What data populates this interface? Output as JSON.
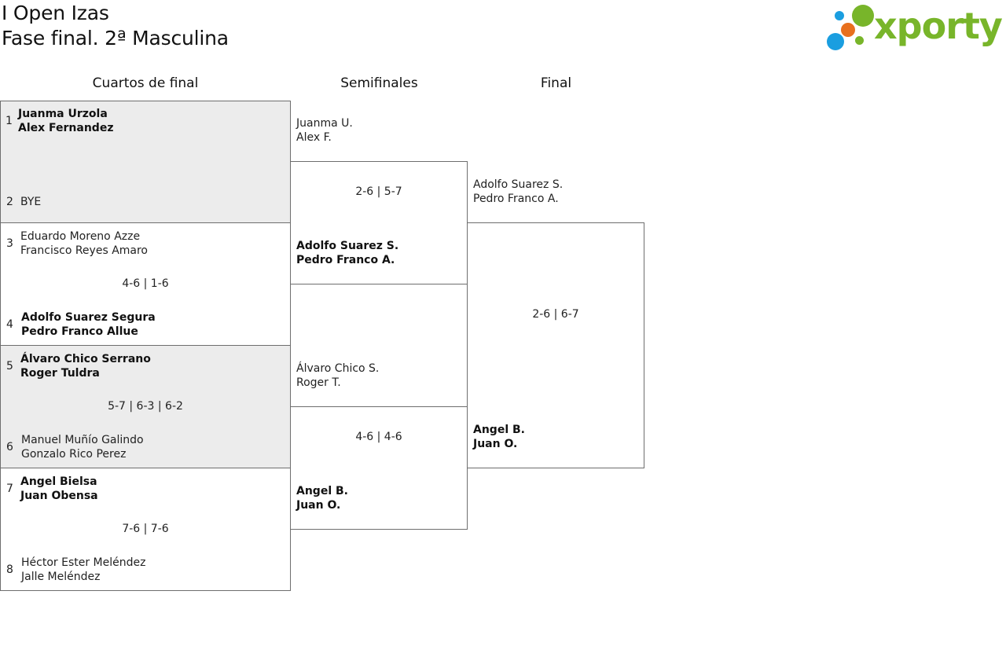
{
  "header": {
    "title_line1": "I Open Izas",
    "title_line2": "Fase final. 2ª Masculina"
  },
  "logo": {
    "text": "xporty",
    "colors": {
      "green": "#78b52a",
      "blue": "#1a9ee0",
      "orange": "#e8701e"
    }
  },
  "rounds": {
    "quarterfinals": "Cuartos de final",
    "semifinals": "Semifinales",
    "final": "Final"
  },
  "quarterfinals": [
    {
      "top": {
        "seed": "1",
        "player1": "Juanma Urzola",
        "player2": "Alex Fernandez",
        "winner": true
      },
      "bottom": {
        "seed": "2",
        "player1": "BYE",
        "player2": "",
        "winner": false
      },
      "score": ""
    },
    {
      "top": {
        "seed": "3",
        "player1": "Eduardo Moreno Azze",
        "player2": "Francisco Reyes Amaro",
        "winner": false
      },
      "bottom": {
        "seed": "4",
        "player1": "Adolfo Suarez Segura",
        "player2": "Pedro Franco Allue",
        "winner": true
      },
      "score": "4-6 | 1-6"
    },
    {
      "top": {
        "seed": "5",
        "player1": "Álvaro Chico Serrano",
        "player2": "Roger Tuldra",
        "winner": true
      },
      "bottom": {
        "seed": "6",
        "player1": "Manuel Muñío Galindo",
        "player2": "Gonzalo Rico Perez",
        "winner": false
      },
      "score": "5-7 | 6-3 | 6-2"
    },
    {
      "top": {
        "seed": "7",
        "player1": "Angel Bielsa",
        "player2": "Juan Obensa",
        "winner": true
      },
      "bottom": {
        "seed": "8",
        "player1": "Héctor Ester Meléndez",
        "player2": "Jalle Meléndez",
        "winner": false
      },
      "score": "7-6 | 7-6"
    }
  ],
  "semifinals": [
    {
      "top": {
        "player1": "Juanma U.",
        "player2": "Alex F.",
        "winner": false
      },
      "bottom": {
        "player1": "Adolfo Suarez S.",
        "player2": "Pedro Franco A.",
        "winner": true
      },
      "score": "2-6 | 5-7"
    },
    {
      "top": {
        "player1": "Álvaro Chico S.",
        "player2": "Roger T.",
        "winner": false
      },
      "bottom": {
        "player1": "Angel B.",
        "player2": "Juan O.",
        "winner": true
      },
      "score": "4-6 | 4-6"
    }
  ],
  "final": {
    "top": {
      "player1": "Adolfo Suarez S.",
      "player2": "Pedro Franco A.",
      "winner": false
    },
    "bottom": {
      "player1": "Angel B.",
      "player2": "Juan O.",
      "winner": true
    },
    "score": "2-6 | 6-7"
  }
}
